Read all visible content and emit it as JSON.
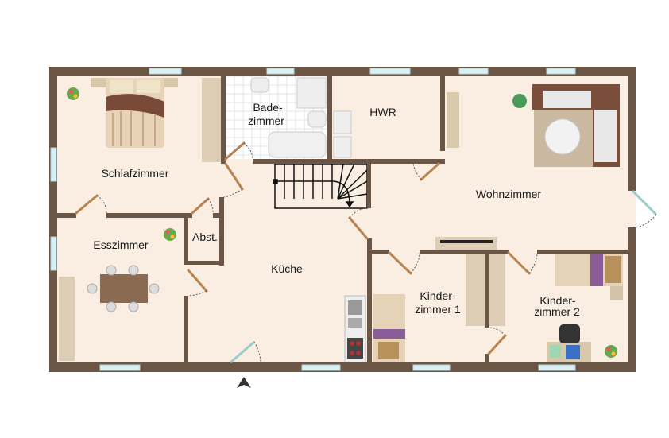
{
  "plan": {
    "rooms": [
      {
        "id": "schlafzimmer",
        "lines": [
          "Schlafzimmer"
        ]
      },
      {
        "id": "badezimmer",
        "lines": [
          "Bade-",
          "zimmer"
        ]
      },
      {
        "id": "hwr",
        "lines": [
          "HWR"
        ]
      },
      {
        "id": "wohnzimmer",
        "lines": [
          "Wohnzimmer"
        ]
      },
      {
        "id": "esszimmer",
        "lines": [
          "Esszimmer"
        ]
      },
      {
        "id": "abstellraum",
        "lines": [
          "Abst."
        ]
      },
      {
        "id": "kueche",
        "lines": [
          "Küche"
        ]
      },
      {
        "id": "kinderzimmer1",
        "lines": [
          "Kinder-",
          "zimmer 1"
        ]
      },
      {
        "id": "kinderzimmer2",
        "lines": [
          "Kinder-",
          "zimmer 2"
        ]
      }
    ],
    "colors": {
      "wall": "#6b5646",
      "floor": "#faeee2",
      "tile": "#ffffff",
      "window": "#d8f1f5"
    }
  }
}
